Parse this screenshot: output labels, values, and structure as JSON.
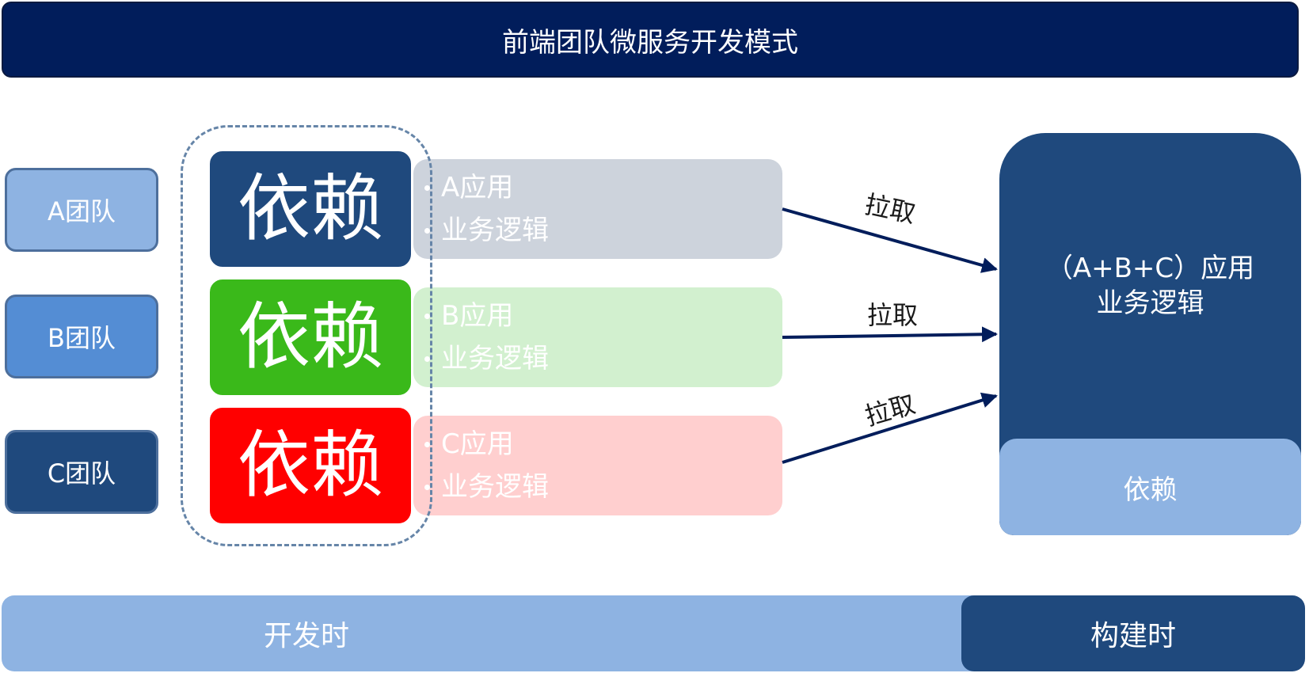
{
  "title": "前端团队微服务开发模式",
  "teams": [
    {
      "label": "A团队",
      "color": "#8eb3e2"
    },
    {
      "label": "B团队",
      "color": "#548dd4"
    },
    {
      "label": "C团队",
      "color": "#1f497d"
    }
  ],
  "apps": [
    {
      "app_label": "A应用",
      "logic_label": "业务逻辑",
      "dependency_label": "依赖",
      "dependency_color": "#1f497d",
      "logic_color": "#cdd3dc"
    },
    {
      "app_label": "B应用",
      "logic_label": "业务逻辑",
      "dependency_label": "依赖",
      "dependency_color": "#3ab91a",
      "logic_color": "#d2f0cf"
    },
    {
      "app_label": "C应用",
      "logic_label": "业务逻辑",
      "dependency_label": "依赖",
      "dependency_color": "#ff0000",
      "logic_color": "#ffcfcf"
    }
  ],
  "arrows": [
    {
      "label": "拉取"
    },
    {
      "label": "拉取"
    },
    {
      "label": "拉取"
    }
  ],
  "combined": {
    "app_label": "（A+B+C）应用",
    "logic_label": "业务逻辑",
    "dependency_label": "依赖"
  },
  "phases": {
    "dev": "开发时",
    "build": "构建时"
  }
}
